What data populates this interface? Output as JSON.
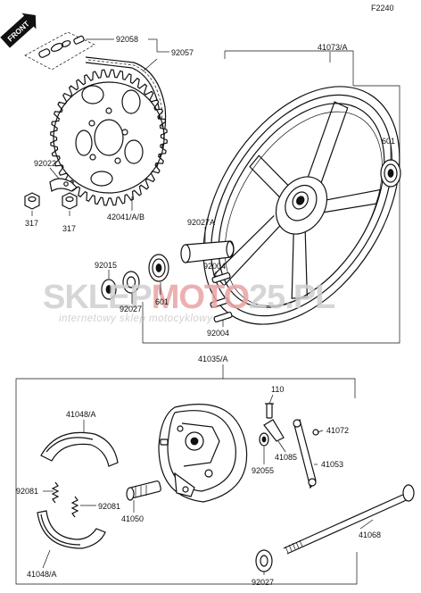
{
  "diagram": {
    "page_code": "F2240",
    "front_label": "FRONT",
    "watermark": {
      "brand_part_1": "SKLEP",
      "brand_part_2": "MOTO",
      "brand_part_3": "25",
      "brand_tld": ".PL",
      "tagline": "internetowy sklep motocyklowy"
    },
    "labels": {
      "p92058": "92058",
      "p92057": "92057",
      "p41073A": "41073/A",
      "p601_top": "601",
      "p92022": "92022",
      "p317_left": "317",
      "p317_right": "317",
      "p42041": "42041/A/B",
      "p92027A": "92027A",
      "p92015": "92015",
      "p92004_top": "92004",
      "p92027_mid": "92027",
      "p601_mid": "601",
      "p92004_bottom": "92004",
      "p41035A": "41035/A",
      "p110": "110",
      "p41048A_top": "41048/A",
      "p41072": "41072",
      "p41085": "41085",
      "p41053": "41053",
      "p92055": "92055",
      "p92081_left": "92081",
      "p92081_right": "92081",
      "p41050": "41050",
      "p41068": "41068",
      "p41048A_bottom": "41048/A",
      "p92027_bottom": "92027"
    },
    "colors": {
      "ink": "#111111",
      "watermark_grey": "#cfcfcf",
      "watermark_red": "#e8a0a0"
    }
  }
}
